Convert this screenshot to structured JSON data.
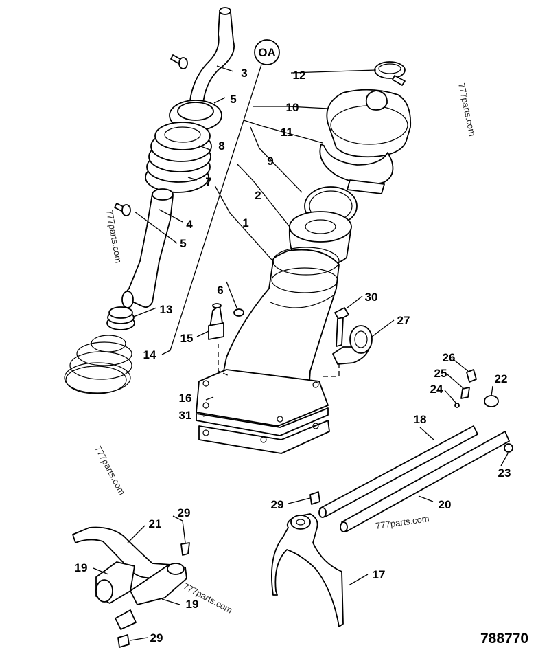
{
  "diagram": {
    "reference_number": "788770",
    "assembly_marker": "OA",
    "watermarks": [
      "777parts.com",
      "777parts.com",
      "777parts.com",
      "777parts.com",
      "777parts.com"
    ],
    "callouts": {
      "c1": "1",
      "c2": "2",
      "c3": "3",
      "c4": "4",
      "c5a": "5",
      "c5b": "5",
      "c6": "6",
      "c7": "7",
      "c8": "8",
      "c9": "9",
      "c10": "10",
      "c11": "11",
      "c12": "12",
      "c13": "13",
      "c14": "14",
      "c15": "15",
      "c16": "16",
      "c17": "17",
      "c18": "18",
      "c19a": "19",
      "c19b": "19",
      "c20": "20",
      "c21": "21",
      "c22": "22",
      "c23": "23",
      "c24": "24",
      "c25": "25",
      "c26": "26",
      "c27": "27",
      "c29a": "29",
      "c29b": "29",
      "c29c": "29",
      "c30": "30",
      "c31": "31"
    }
  }
}
